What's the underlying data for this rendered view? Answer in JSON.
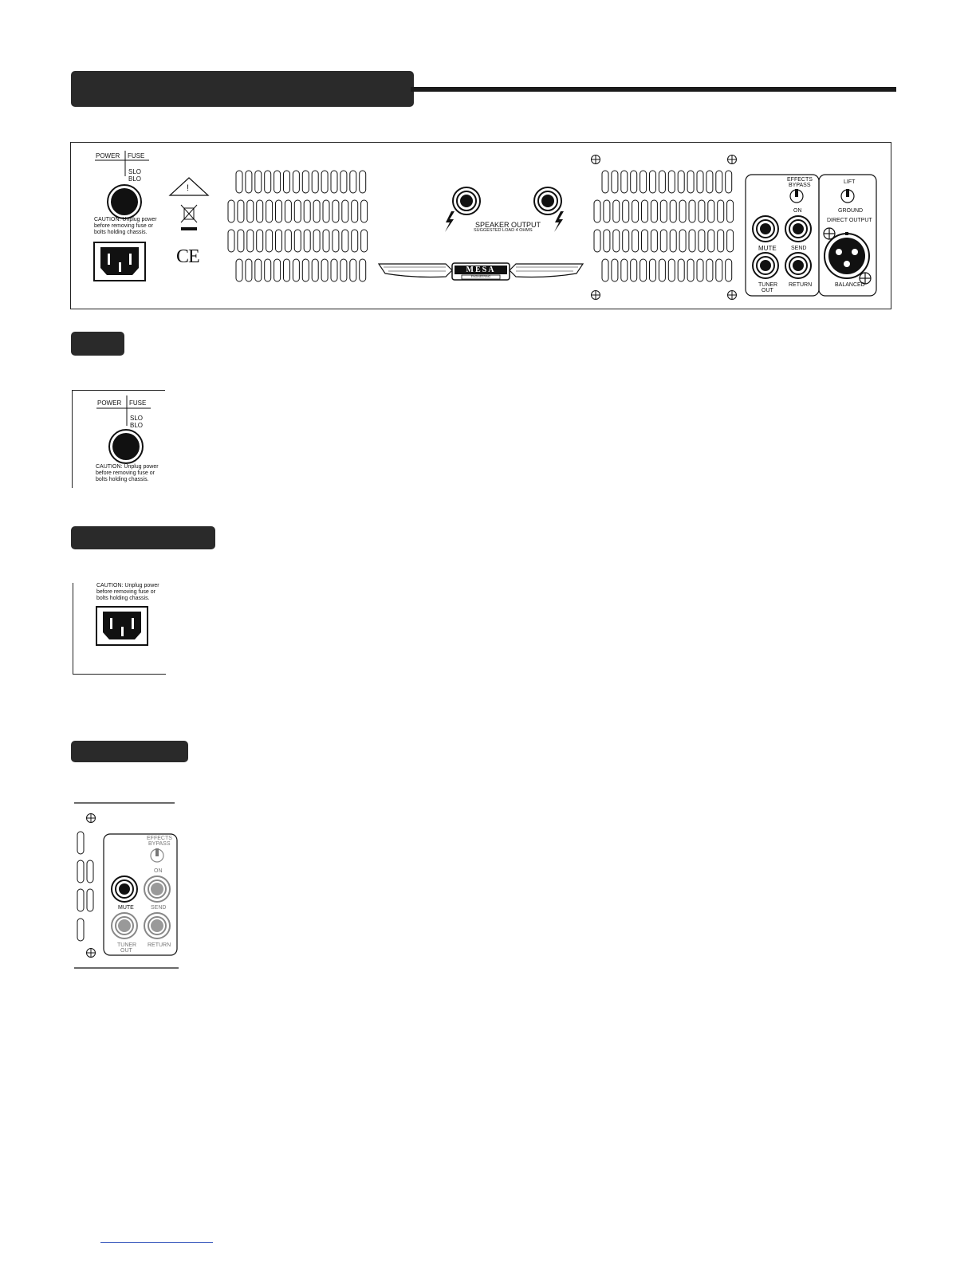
{
  "panel": {
    "power_label": "POWER",
    "fuse_label": "FUSE",
    "fuse_type_line1": "SLO",
    "fuse_type_line2": "BLO",
    "caution_line1": "CAUTION: Unplug power",
    "caution_line2": "before removing fuse or",
    "caution_line3": "bolts holding chassis.",
    "warning_mark": "!",
    "ce_mark": "CE",
    "speaker_output_label": "SPEAKER OUTPUT",
    "speaker_load_label": "SUGGESTED LOAD 4 OHMS",
    "brand": "MESA",
    "brand_sub": "ENGINEERING",
    "effects_bypass_line1": "EFFECTS",
    "effects_bypass_line2": "BYPASS",
    "on_label": "ON",
    "mute_label": "MUTE",
    "send_label": "SEND",
    "tuner_out_line1": "TUNER",
    "tuner_out_line2": "OUT",
    "return_label": "RETURN",
    "lift_label": "LIFT",
    "ground_label": "GROUND",
    "direct_output_label": "DIRECT OUTPUT",
    "balanced_label": "BALANCED"
  },
  "details": {
    "power_label": "POWER",
    "fuse_label": "FUSE",
    "fuse_type_line1": "SLO",
    "fuse_type_line2": "BLO",
    "caution_line1": "CAUTION: Unplug power",
    "caution_line2": "before removing fuse or",
    "caution_line3": "bolts holding chassis.",
    "effects_bypass_line1": "EFFECTS",
    "effects_bypass_line2": "BYPASS",
    "on_label": "ON",
    "mute_label": "MUTE",
    "send_label": "SEND",
    "tuner_out_line1": "TUNER",
    "tuner_out_line2": "OUT",
    "return_label": "RETURN"
  },
  "colors": {
    "header_bar": "#2a2a2a",
    "footer_link": "#3355bb"
  }
}
